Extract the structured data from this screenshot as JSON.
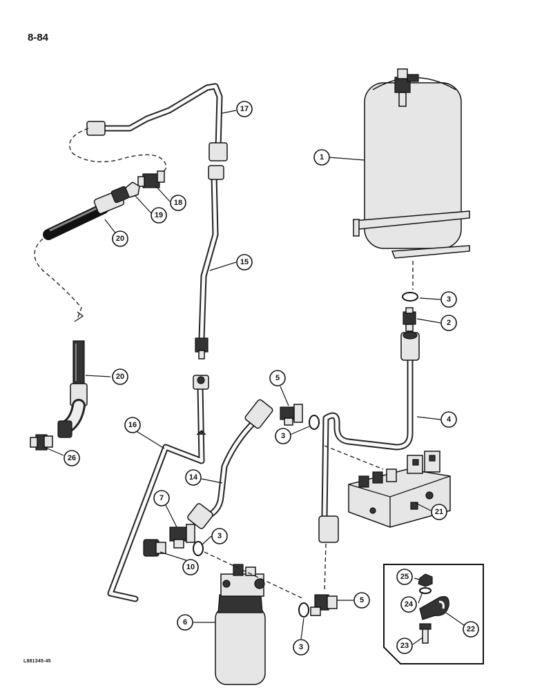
{
  "page_number": "8-84",
  "doc_code": "L881345-45",
  "callouts": [
    {
      "id": "c1",
      "label": "1"
    },
    {
      "id": "c2",
      "label": "2"
    },
    {
      "id": "c3a",
      "label": "3"
    },
    {
      "id": "c3b",
      "label": "3"
    },
    {
      "id": "c3c",
      "label": "3"
    },
    {
      "id": "c3d",
      "label": "3"
    },
    {
      "id": "c4",
      "label": "4"
    },
    {
      "id": "c5a",
      "label": "5"
    },
    {
      "id": "c5b",
      "label": "5"
    },
    {
      "id": "c6",
      "label": "6"
    },
    {
      "id": "c7",
      "label": "7"
    },
    {
      "id": "c10",
      "label": "10"
    },
    {
      "id": "c14",
      "label": "14"
    },
    {
      "id": "c15",
      "label": "15"
    },
    {
      "id": "c16",
      "label": "16"
    },
    {
      "id": "c17",
      "label": "17"
    },
    {
      "id": "c18",
      "label": "18"
    },
    {
      "id": "c19",
      "label": "19"
    },
    {
      "id": "c20a",
      "label": "20"
    },
    {
      "id": "c20b",
      "label": "20"
    },
    {
      "id": "c21",
      "label": "21"
    },
    {
      "id": "c22",
      "label": "22"
    },
    {
      "id": "c23",
      "label": "23"
    },
    {
      "id": "c24",
      "label": "24"
    },
    {
      "id": "c25",
      "label": "25"
    },
    {
      "id": "c26",
      "label": "26"
    }
  ]
}
